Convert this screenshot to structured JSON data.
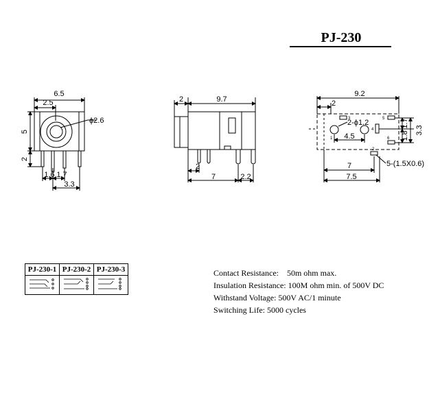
{
  "title": "PJ-230",
  "views": {
    "front": {
      "width": "6.5",
      "offset": "2.5",
      "diameter": "ϕ2.6",
      "height": "5",
      "foot": "2",
      "pin_a": "1.6",
      "pin_b": "1.7",
      "pin_span": "3.3"
    },
    "side": {
      "lead": "2",
      "body": "9.7",
      "pin_gap": "2",
      "pin_pos": "7",
      "pin_end": "2.2"
    },
    "bottom": {
      "width": "9.2",
      "offset": "2",
      "hole": "2-ϕ1.2",
      "hole_span": "4.5",
      "pad_v1": "1.7",
      "pad_v2": "1.8",
      "pad_h": "3.3",
      "slot": "5-(1.5X0.6)",
      "span1": "7",
      "span2": "7.5",
      "pins": [
        "3",
        "1",
        "4",
        "2",
        "5",
        "6"
      ]
    }
  },
  "variants": [
    "PJ-230-1",
    "PJ-230-2",
    "PJ-230-3"
  ],
  "specs": [
    "Contact Resistance:    50m ohm max.",
    "Insulation Resistance: 100M ohm min. of 500V DC",
    "Withstand Voltage: 500V AC/1 minute",
    "Switching Life: 5000 cycles"
  ]
}
